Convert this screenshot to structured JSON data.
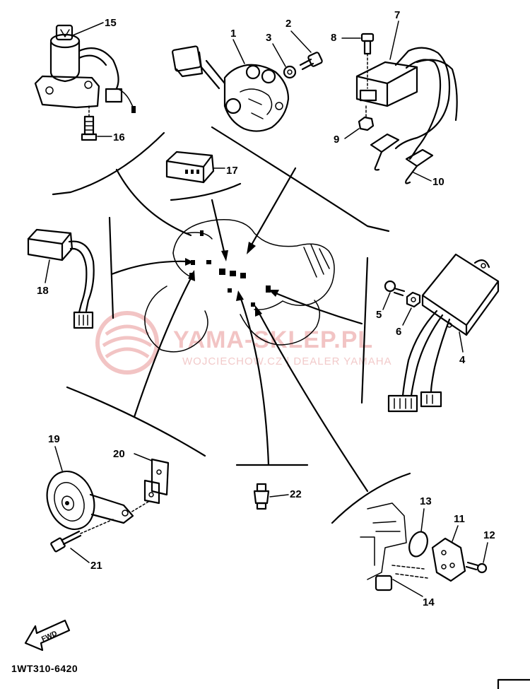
{
  "watermark": {
    "brand": "YAMA-SKLEP.PL",
    "tagline": "WOJCIECHOW.CZ | DEALER YAMAHA",
    "color": "#f2c4c4"
  },
  "direction_marker": "FWD",
  "diagram_code": "1WT310-6420",
  "parts": {
    "p1": "1",
    "p2": "2",
    "p3": "3",
    "p4": "4",
    "p5": "5",
    "p6": "6",
    "p7": "7",
    "p8": "8",
    "p9": "9",
    "p10": "10",
    "p11": "11",
    "p12": "12",
    "p13": "13",
    "p14": "14",
    "p15": "15",
    "p16": "16",
    "p17": "17",
    "p18": "18",
    "p19": "19",
    "p20": "20",
    "p21": "21",
    "p22": "22"
  }
}
